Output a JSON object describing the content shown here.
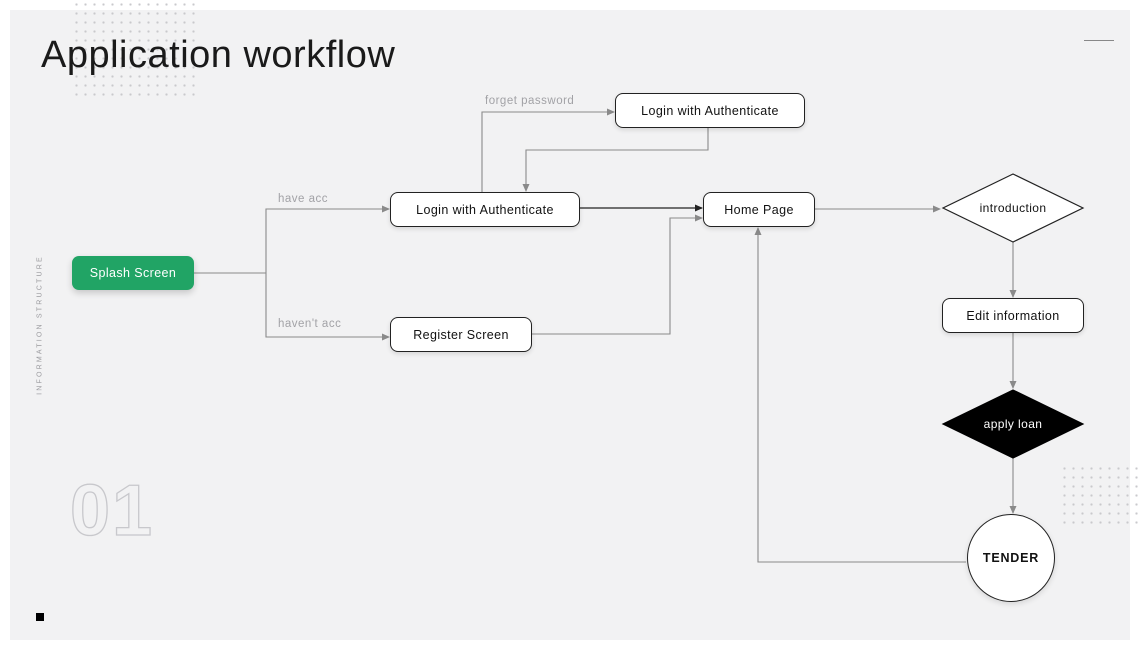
{
  "title": "Application workflow",
  "side_label": "INFORMATION STRUCTURE",
  "page_number": "01",
  "nodes": {
    "splash": "Splash Screen",
    "login_main": "Login with Authenticate",
    "login_top": "Login with Authenticate",
    "register": "Register Screen",
    "home": "Home Page",
    "introduction": "introduction",
    "edit_info": "Edit information",
    "apply_loan": "apply loan",
    "tender": "TENDER"
  },
  "edge_labels": {
    "forget_password": "forget password",
    "have_acc": "have acc",
    "havent_acc": "haven't acc"
  },
  "colors": {
    "start_node": "#21a465",
    "decision_dark": "#000000",
    "connector": "#8a8a8a",
    "background": "#f2f2f3"
  }
}
